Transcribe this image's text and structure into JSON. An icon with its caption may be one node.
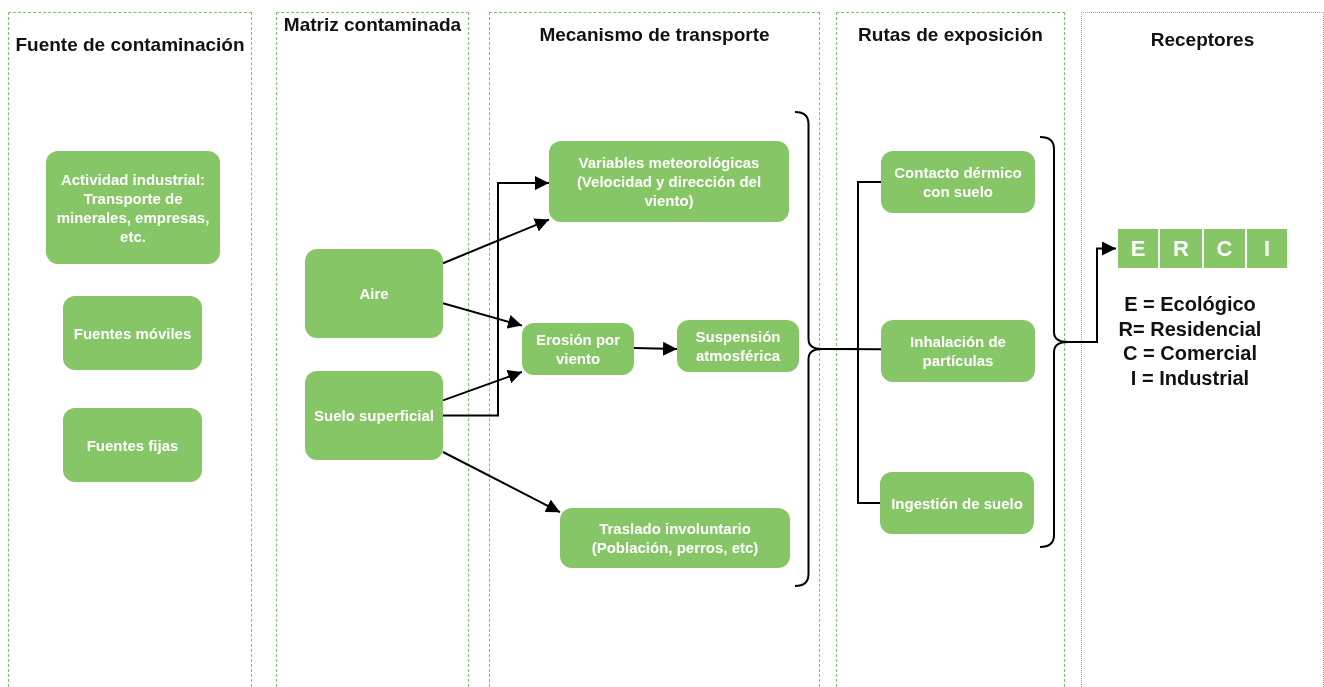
{
  "diagram": {
    "nodes": [
      {
        "text": [
          "Fuente de contaminación"
        ]
      },
      {
        "text": [
          "Actividad industrial: Transporte de minerales, empresas, etc."
        ],
        "in": 0
      },
      {
        "text": [
          "Fuentes móviles"
        ],
        "in": 0
      },
      {
        "text": [
          "Fuentes fijas"
        ],
        "in": 0
      },
      {
        "text": [
          "Matriz contaminada"
        ]
      },
      {
        "text": [
          "Aire"
        ],
        "in": 4
      },
      {
        "text": [
          "Suelo superficial"
        ],
        "in": 4
      },
      {
        "text": [
          "Mecanismo de transporte"
        ]
      },
      {
        "text": [
          "Variables meteorológicas (Velocidad y dirección del viento)"
        ],
        "in": 7
      },
      {
        "text": [
          "Erosión por viento"
        ],
        "in": 7
      },
      {
        "text": [
          "Suspensión atmosférica"
        ],
        "in": 7
      },
      {
        "text": [
          "Traslado involuntario (Población, perros, etc)"
        ],
        "in": 7
      },
      {
        "text": [],
        "shape": "brace",
        "in": 7
      },
      {
        "text": [
          "Rutas de exposición"
        ]
      },
      {
        "text": [
          "Contacto dérmico con suelo"
        ],
        "in": 13
      },
      {
        "text": [
          "Inhalación de partículas"
        ],
        "in": 13
      },
      {
        "text": [
          "Ingestión de suelo"
        ],
        "in": 13
      },
      {
        "text": [],
        "shape": "brace",
        "in": 13
      },
      {
        "text": [
          "Receptores"
        ]
      },
      {
        "text": [
          "E"
        ],
        "in": 18
      },
      {
        "text": [
          "R"
        ],
        "in": 18
      },
      {
        "text": [
          "C"
        ],
        "in": 18
      },
      {
        "text": [
          "I"
        ],
        "in": 18
      }
    ],
    "edges": [
      {
        "from": 5,
        "to": 8,
        "arrow": "to"
      },
      {
        "from": 5,
        "to": 9,
        "arrow": "to"
      },
      {
        "from": 6,
        "to": 9,
        "arrow": "to"
      },
      {
        "from": 6,
        "to": 8,
        "arrow": "to"
      },
      {
        "from": 6,
        "to": 11,
        "arrow": "to"
      },
      {
        "from": 9,
        "to": 10,
        "arrow": "to"
      },
      {
        "from": 12,
        "to": 14,
        "arrow": "none"
      },
      {
        "from": 12,
        "to": 15,
        "arrow": "none"
      },
      {
        "from": 12,
        "to": 16,
        "arrow": "none"
      },
      {
        "from": 17,
        "to": 19,
        "arrow": "to"
      }
    ],
    "labels": [
      "E = Ecológico",
      "R= Residencial",
      "C = Comercial",
      "I = Industrial"
    ]
  }
}
